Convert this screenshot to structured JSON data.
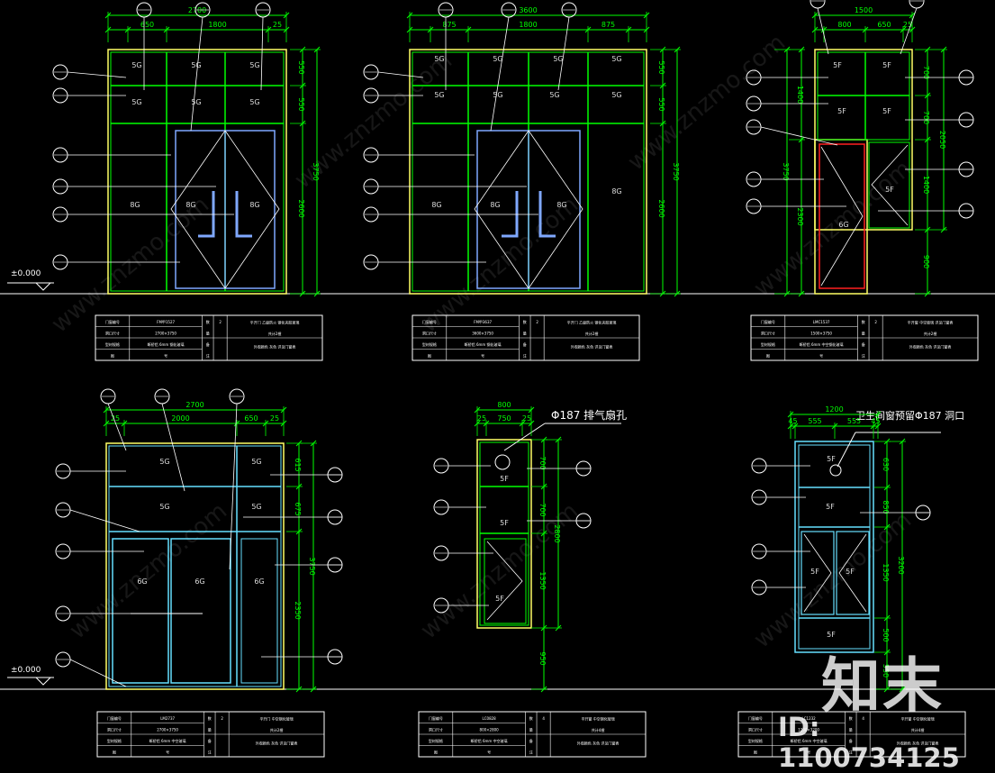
{
  "drawing": {
    "ground_level": "±0.000",
    "glass_labels": {
      "g5": "5G",
      "g6": "6G",
      "g8": "8G",
      "f5": "5F"
    },
    "colors": {
      "background": "#000000",
      "frame": "#ffff66",
      "glass_grid": "#00ff00",
      "door_panel": "#7fa8ff",
      "dimension": "#00ff00",
      "leader": "#ffffff",
      "highlight": "#ff2020",
      "glass_text": "#dddddd"
    }
  },
  "elevations": [
    {
      "id": "e1",
      "top_dims": [
        "650",
        "1800",
        "25"
      ],
      "overall_width": "2700",
      "right_dims": [
        "550",
        "550",
        "2600"
      ],
      "overall_height": "3750",
      "table": [
        [
          "门窗编号",
          "FM甲1527",
          "数",
          "2",
          "平开门 乙级防火 钢化夹胶玻璃"
        ],
        [
          "洞口尺寸",
          "2700×3750",
          "量",
          "",
          "共计2樘"
        ],
        [
          "型材规格",
          "断桥铝 6mm 钢化玻璃",
          "备",
          "",
          "外观颜色 灰色 详见门窗表"
        ],
        [
          "图",
          "号",
          "注",
          "",
          ""
        ]
      ]
    },
    {
      "id": "e2",
      "top_dims": [
        "875",
        "1800",
        "875"
      ],
      "overall_width": "3600",
      "right_dims": [
        "550",
        "550",
        "2600"
      ],
      "overall_height": "3750",
      "table": [
        [
          "门窗编号",
          "FM甲3637",
          "数",
          "2",
          "平开门 乙级防火 钢化夹胶玻璃"
        ],
        [
          "洞口尺寸",
          "3600×3750",
          "量",
          "",
          "共计2樘"
        ],
        [
          "型材规格",
          "断桥铝 6mm 钢化玻璃",
          "备",
          "",
          "外观颜色 灰色 详见门窗表"
        ],
        [
          "图",
          "号",
          "注",
          "",
          ""
        ]
      ]
    },
    {
      "id": "e3",
      "top_dims": [
        "800",
        "650",
        "25"
      ],
      "overall_width": "1500",
      "right_dims": [
        "700",
        "700",
        "1400",
        "900"
      ],
      "right_total": "2050",
      "left_dims": [
        "1400",
        "2300"
      ],
      "overall_height": "3750",
      "table": [
        [
          "门窗编号",
          "LMC1537",
          "数",
          "2",
          "平开窗 中空玻璃 详见门窗表"
        ],
        [
          "洞口尺寸",
          "1500×3750",
          "量",
          "",
          "共计2樘"
        ],
        [
          "型材规格",
          "断桥铝 6mm 中空钢化玻璃",
          "备",
          "",
          "外观颜色 灰色 详见门窗表"
        ],
        [
          "图",
          "号",
          "注",
          "",
          ""
        ]
      ]
    },
    {
      "id": "e4",
      "top_dims": [
        "25",
        "2000",
        "650",
        "25"
      ],
      "overall_width": "2700",
      "right_dims": [
        "615",
        "675",
        "2350"
      ],
      "overall_height": "3750",
      "table": [
        [
          "门窗编号",
          "LM2737",
          "数",
          "2",
          "平开门 中空钢化玻璃"
        ],
        [
          "洞口尺寸",
          "2700×3750",
          "量",
          "",
          "共计2樘"
        ],
        [
          "型材规格",
          "断桥铝 6mm 中空玻璃",
          "备",
          "",
          "外观颜色 灰色 详见门窗表"
        ],
        [
          "图",
          "号",
          "注",
          "",
          ""
        ]
      ]
    },
    {
      "id": "e5",
      "top_dims": [
        "25",
        "750",
        "25"
      ],
      "overall_width": "800",
      "annotation": "Φ187 排气扇孔",
      "right_dims": [
        "700",
        "700",
        "1350",
        "950"
      ],
      "right_total": "2800",
      "table": [
        [
          "门窗编号",
          "LC0828",
          "数",
          "4",
          "平开窗 中空钢化玻璃"
        ],
        [
          "洞口尺寸",
          "800×2800",
          "量",
          "",
          "共计4樘"
        ],
        [
          "型材规格",
          "断桥铝 6mm 中空玻璃",
          "备",
          "",
          "外观颜色 灰色 详见门窗表"
        ],
        [
          "图",
          "号",
          "注",
          "",
          ""
        ]
      ]
    },
    {
      "id": "e6",
      "top_dims": [
        "45",
        "555",
        "555",
        "45"
      ],
      "overall_width": "1200",
      "annotation": "卫生间窗预留Φ187 洞口",
      "right_dims": [
        "630",
        "850",
        "1350",
        "500",
        "550"
      ],
      "right_total": "3200",
      "table": [
        [
          "门窗编号",
          "LC1232",
          "数",
          "4",
          "平开窗 中空钢化玻璃"
        ],
        [
          "洞口尺寸",
          "1200×3200",
          "量",
          "",
          "共计4樘"
        ],
        [
          "型材规格",
          "断桥铝 6mm 中空玻璃",
          "备",
          "",
          "外观颜色 灰色 详见门窗表"
        ],
        [
          "图",
          "号",
          "注",
          "",
          ""
        ]
      ]
    }
  ],
  "watermark": {
    "logo_text": "知末",
    "id_text": "ID: 1100734125",
    "diagonal_text": "www.znzmo.com"
  }
}
